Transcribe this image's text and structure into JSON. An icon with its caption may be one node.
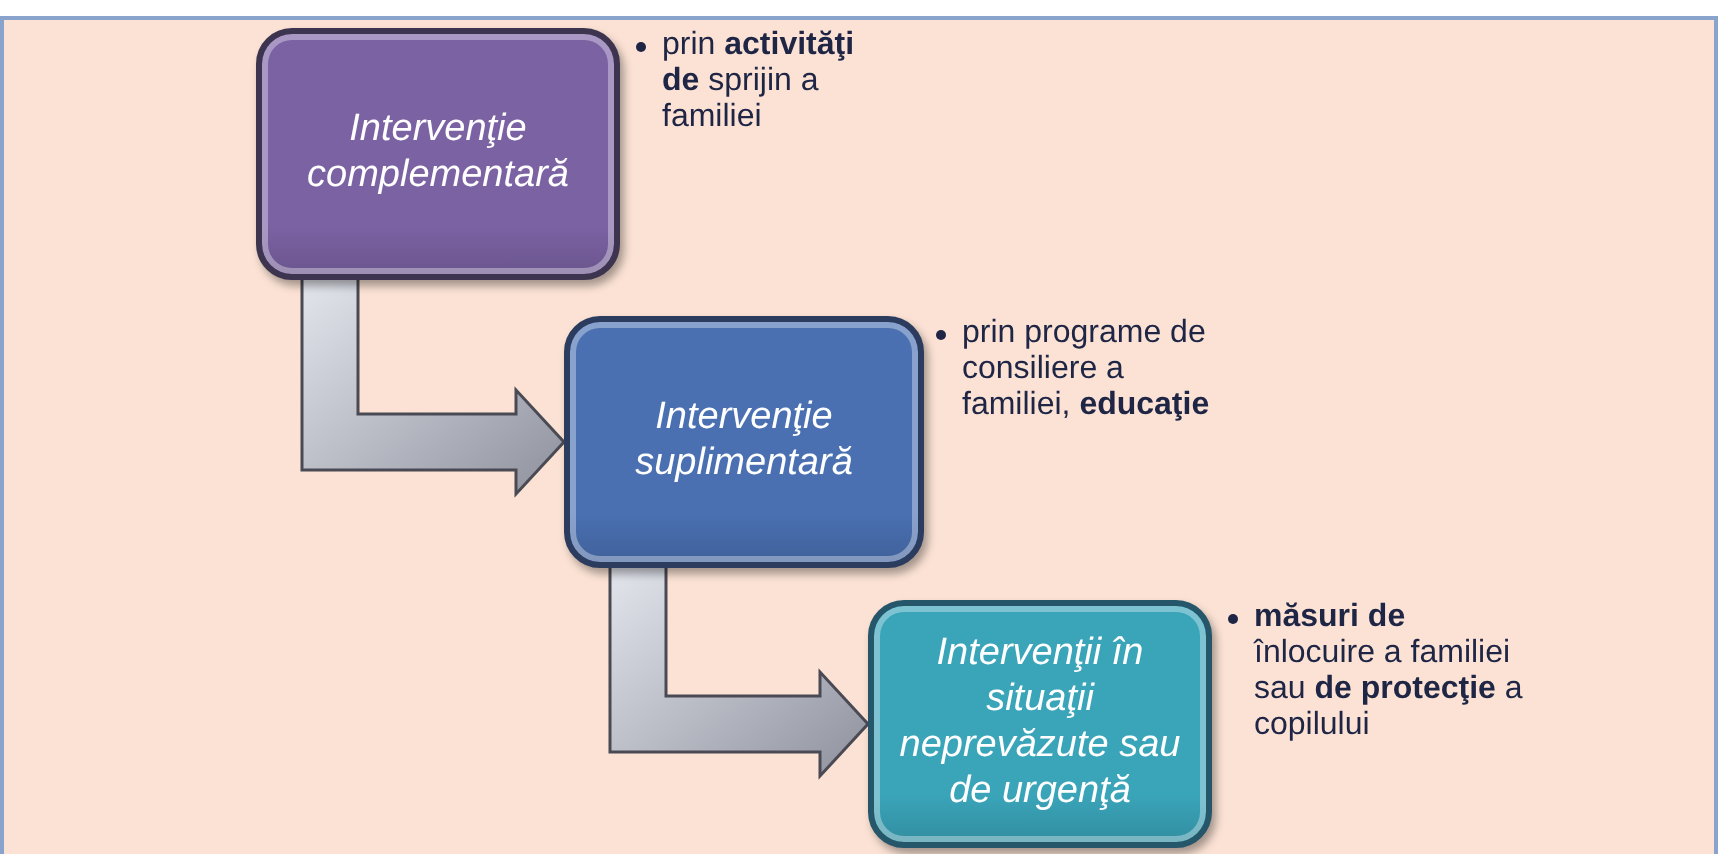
{
  "diagram": {
    "nodes": [
      {
        "text": [
          "Intervenţie complementară"
        ],
        "beside": [
          "prin **activităţi de** sprijin a familiei"
        ]
      },
      {
        "text": [
          "Intervenţie suplimentară"
        ],
        "beside": [
          "prin programe de consiliere a familiei, **educaţie**"
        ]
      },
      {
        "text": [
          "Intervenţii în situaţii neprevăzute sau de urgenţă"
        ],
        "beside": [
          "**măsuri de** înlocuire a familiei sau **de protecţie** a copilului"
        ]
      }
    ],
    "edges": [
      {
        "from": 0,
        "to": 1,
        "arrow": "to",
        "style": "thick"
      },
      {
        "from": 1,
        "to": 2,
        "arrow": "to",
        "style": "thick"
      }
    ]
  }
}
